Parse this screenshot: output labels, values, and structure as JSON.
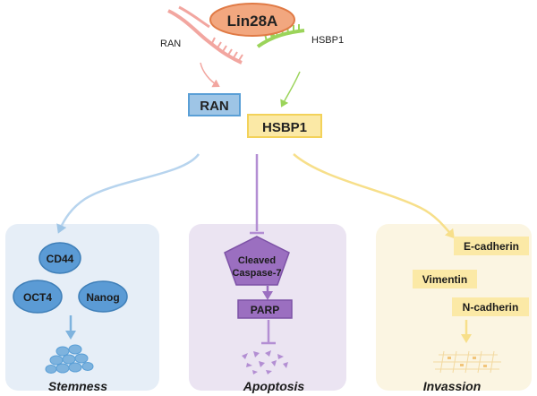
{
  "nodes": {
    "lin28a": "Lin28A",
    "ran_mrna": "RAN",
    "hsbp1_mrna": "HSBP1",
    "ran_protein": "RAN",
    "hsbp1_protein": "HSBP1"
  },
  "stemness": {
    "markers": [
      "CD44",
      "OCT4",
      "Nanog"
    ],
    "caption": "Stemness"
  },
  "apoptosis": {
    "caspase_line1": "Cleaved",
    "caspase_line2": "Caspase-7",
    "parp": "PARP",
    "caption": "Apoptosis"
  },
  "invasion": {
    "markers": [
      "E-cadherin",
      "Vimentin",
      "N-cadherin"
    ],
    "caption": "Invassion"
  },
  "colors": {
    "lin28a_fill": "#f2a77f",
    "lin28a_stroke": "#e07a45",
    "ran": "#9ec5e6",
    "ran_stroke": "#5a9fd6",
    "hsbp1": "#fbe9a6",
    "hsbp1_stroke": "#f3d25a",
    "rna_pink": "#f2a6a0",
    "rna_green": "#9bd45a",
    "stem_panel": "#e6eef7",
    "stem_node": "#5b9bd5",
    "apop_panel": "#ebe4f2",
    "apop_node": "#9b6fc0",
    "inv_panel": "#fbf5e2",
    "inv_label": "#fbe9a6"
  }
}
